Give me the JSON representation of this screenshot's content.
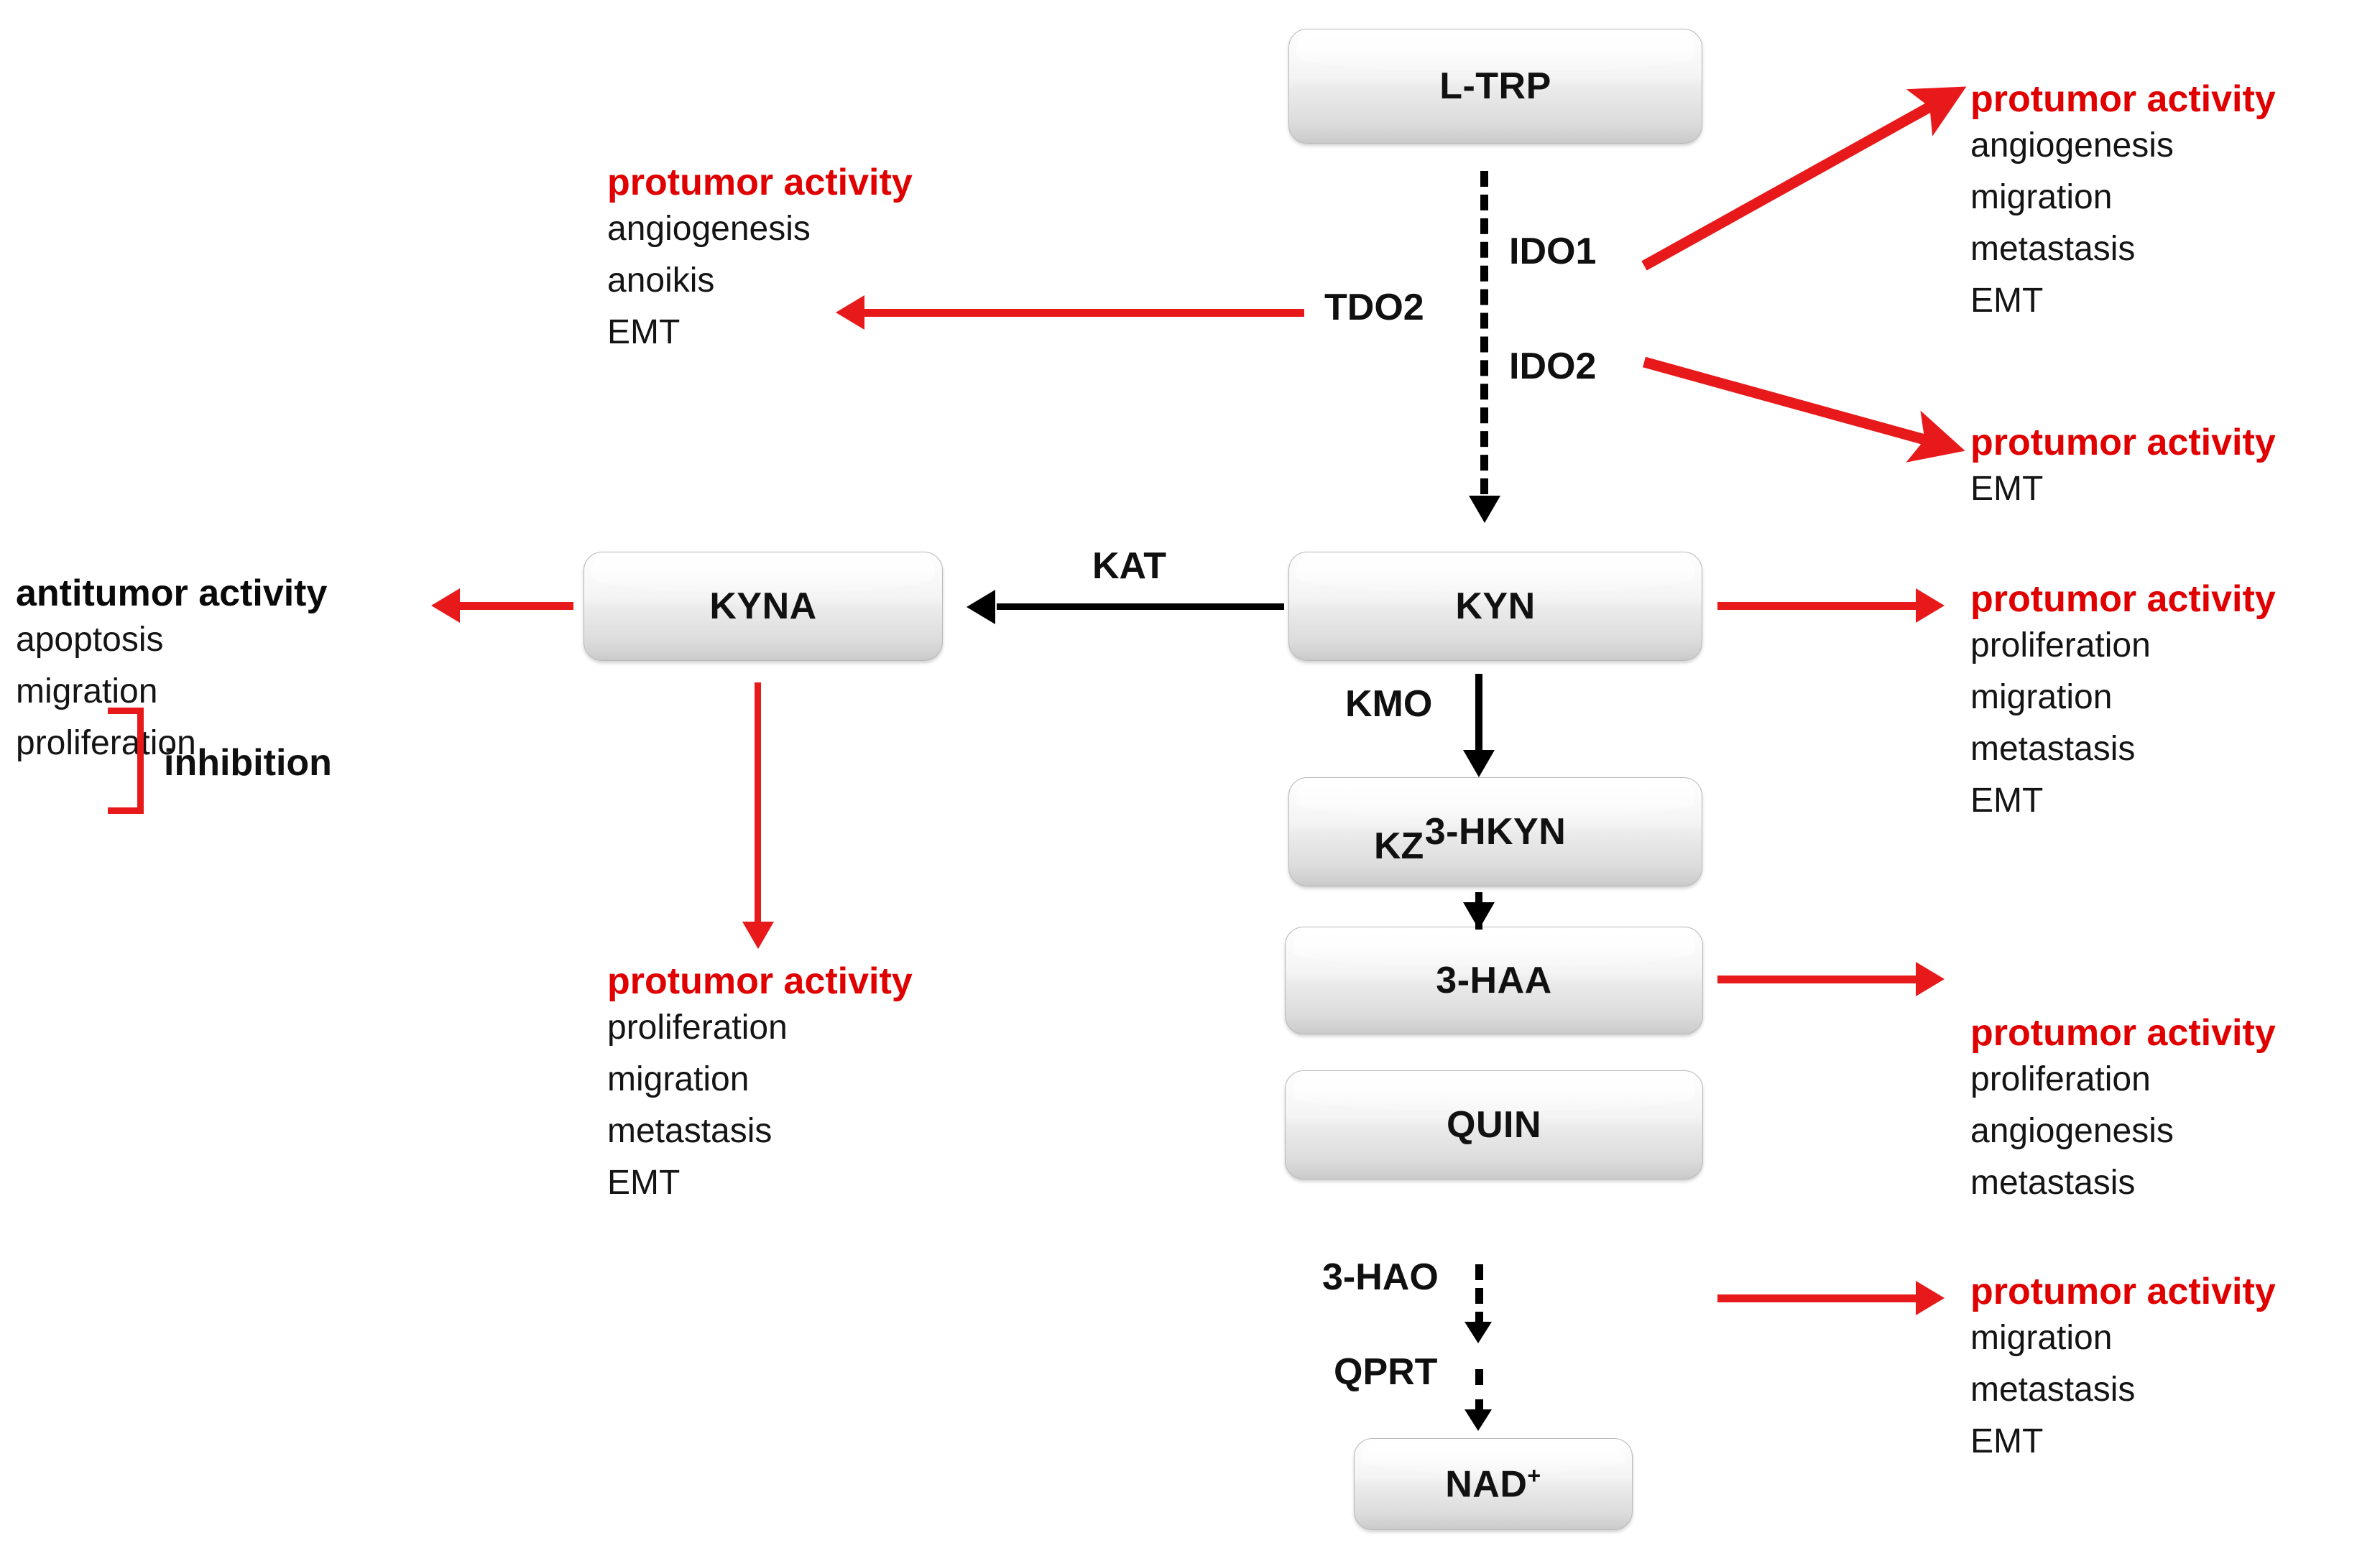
{
  "diagram": {
    "title": "Tryptophan kynurenine pathway with tumor activity annotations",
    "colors": {
      "protumor": "#e00000",
      "antitumor": "#0a0a0a",
      "red_arrow": "#e8191b",
      "black_arrow": "#000000",
      "node_fill": "#ebebeb"
    }
  },
  "nodes": [
    {
      "id": "ltrp",
      "label": "L-TRP"
    },
    {
      "id": "kyn",
      "label": "KYN"
    },
    {
      "id": "kyna",
      "label": "KYNA"
    },
    {
      "id": "hkyn",
      "label": "3-HKYN"
    },
    {
      "id": "haa",
      "label": "3-HAA"
    },
    {
      "id": "quin",
      "label": "QUIN"
    },
    {
      "id": "nad",
      "label": "NAD",
      "sup": "+"
    }
  ],
  "enzymes": [
    {
      "id": "ido1",
      "label": "IDO1"
    },
    {
      "id": "ido2",
      "label": "IDO2"
    },
    {
      "id": "tdo2",
      "label": "TDO2"
    },
    {
      "id": "kat",
      "label": "KAT"
    },
    {
      "id": "kmo",
      "label": "KMO"
    },
    {
      "id": "kz",
      "label": "KZ"
    },
    {
      "id": "hao",
      "label": "3-HAO"
    },
    {
      "id": "qprt",
      "label": "QPRT"
    }
  ],
  "activities": {
    "ido1": {
      "head": "protumor activity",
      "items": [
        "angiogenesis",
        "migration",
        "metastasis",
        "EMT"
      ]
    },
    "ido2": {
      "head": "protumor activity",
      "items": [
        "EMT"
      ]
    },
    "tdo2": {
      "head": "protumor activity",
      "items": [
        "angiogenesis",
        "anoikis",
        "EMT"
      ]
    },
    "kyna_anti": {
      "head": "antitumor activity",
      "items": [
        "apoptosis",
        "migration",
        "proliferation"
      ],
      "bracket_label": "inhibition"
    },
    "kyna_pro": {
      "head": "protumor activity",
      "items": [
        "proliferation",
        "migration",
        "metastasis",
        "EMT"
      ]
    },
    "kyn": {
      "head": "protumor activity",
      "items": [
        "proliferation",
        "migration",
        "metastasis",
        "EMT"
      ]
    },
    "haa": {
      "head": "protumor activity",
      "items": [
        "proliferation",
        "angiogenesis",
        "metastasis"
      ]
    },
    "quin": {
      "head": "protumor activity",
      "items": [
        "migration",
        "metastasis",
        "EMT"
      ]
    }
  }
}
